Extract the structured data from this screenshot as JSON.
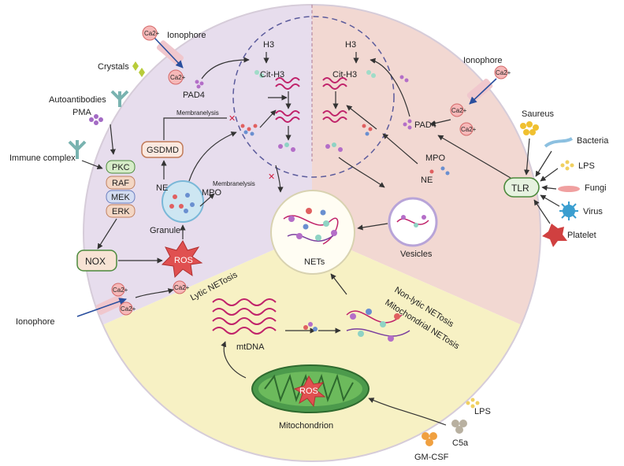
{
  "lytic": {
    "inputs": {
      "ionophore_top": "Ionophore",
      "crystals": "Crystals",
      "autoantibodies": "Autoantibodies",
      "pma": "PMA",
      "immune_complex": "Immune complex",
      "ionophore_bottom": "Ionophore"
    },
    "ca_ion": "Ca2+",
    "pathway": [
      "PKC",
      "RAF",
      "MEK",
      "ERK"
    ],
    "nox": "NOX",
    "ros": "ROS",
    "gsdmd": "GSDMD",
    "pad4": "PAD4",
    "granule": "Granule",
    "ne": "NE",
    "mpo": "MPO",
    "membranelysis_top": "Membranelysis",
    "membranelysis_bottom": "Membranelysis",
    "h3": "H3",
    "cit_h3": "Cit-H3",
    "section_label": "Lytic NETosis"
  },
  "nonlytic": {
    "h3": "H3",
    "cit_h3": "Cit-H3",
    "ionophore": "Ionophore",
    "pad4": "PAD4",
    "mpo": "MPO",
    "ne": "NE",
    "vesicles": "Vesicles",
    "tlr": "TLR",
    "stimuli": [
      "Saureus",
      "Bacteria",
      "LPS",
      "Fungi",
      "Virus",
      "Platelet"
    ],
    "section_label": "Non-lytic NETosis"
  },
  "mito": {
    "section_label": "Mitochondrial NETosis",
    "mtdna": "mtDNA",
    "ros": "ROS",
    "mitochondrion": "Mitochondrion",
    "lps": "LPS",
    "c5a": "C5a",
    "gmcsf": "GM-CSF"
  },
  "center": {
    "nets": "NETs"
  },
  "colors": {
    "lytic_bg": "#e7dded",
    "nonlytic_bg": "#f2d8d2",
    "mito_bg": "#f7f1c4",
    "dna": "#c0226a",
    "ros_star": "#e05050",
    "nox_box": "#f7e3d4",
    "tlr_box": "#e6f2df",
    "mito_fill": "#4c9a4c"
  },
  "icons": [
    "ca-ion-icon",
    "ionophore-channel-icon",
    "antibody-icon",
    "crystal-icon",
    "ros-star-icon",
    "granule-icon",
    "vesicle-icon",
    "mitochondrion-icon",
    "bacteria-icon",
    "fungi-icon",
    "virus-icon",
    "platelet-icon"
  ]
}
